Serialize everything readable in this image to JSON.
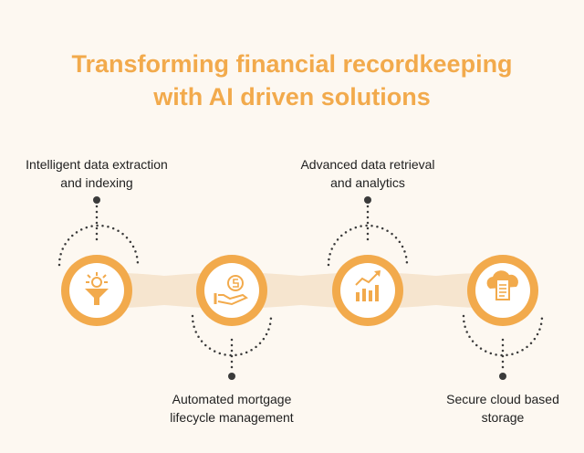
{
  "title": {
    "line1": "Transforming financial recordkeeping",
    "line2": "with AI driven solutions"
  },
  "colors": {
    "accent": "#f2aa4c",
    "band": "#f6e5cf",
    "background": "#fdf8f1",
    "dots": "#3b3b3b",
    "text": "#1f1f1f"
  },
  "steps": [
    {
      "icon": "funnel-data-icon",
      "line1": "Intelligent data extraction",
      "line2": "and indexing",
      "label_position": "top"
    },
    {
      "icon": "hand-coin-icon",
      "line1": "Automated mortgage",
      "line2": "lifecycle management",
      "label_position": "bottom"
    },
    {
      "icon": "growth-chart-icon",
      "line1": "Advanced data retrieval",
      "line2": "and analytics",
      "label_position": "top"
    },
    {
      "icon": "cloud-document-icon",
      "line1": "Secure cloud based",
      "line2": "storage",
      "label_position": "bottom"
    }
  ]
}
